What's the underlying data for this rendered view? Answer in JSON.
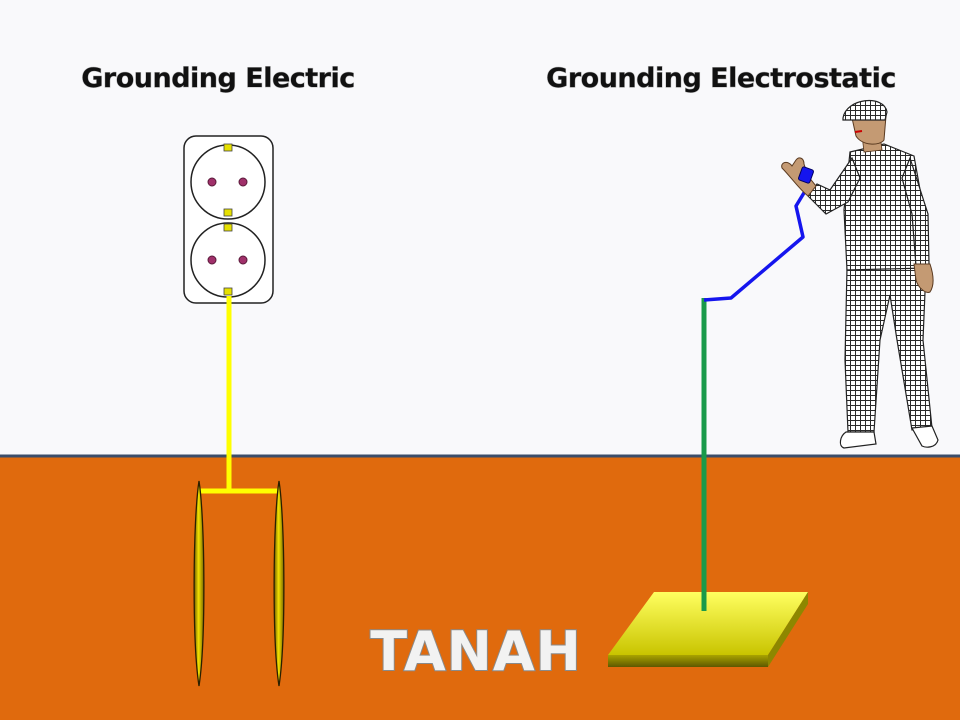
{
  "titles": {
    "left": "Grounding Electric",
    "right": "Grounding Electrostatic"
  },
  "ground": {
    "label": "TANAH",
    "color": "#e06a0d"
  },
  "colors": {
    "ground_wire": "#ffff00",
    "electrode": "#e8d200",
    "static_wire": "#1515ee",
    "static_rod": "#1a9a4a",
    "plate": "#e4e400"
  },
  "icons": [
    "double-socket-icon",
    "ground-rod-icon",
    "ground-plate-icon",
    "worker-figure-icon",
    "wrist-strap-icon"
  ]
}
